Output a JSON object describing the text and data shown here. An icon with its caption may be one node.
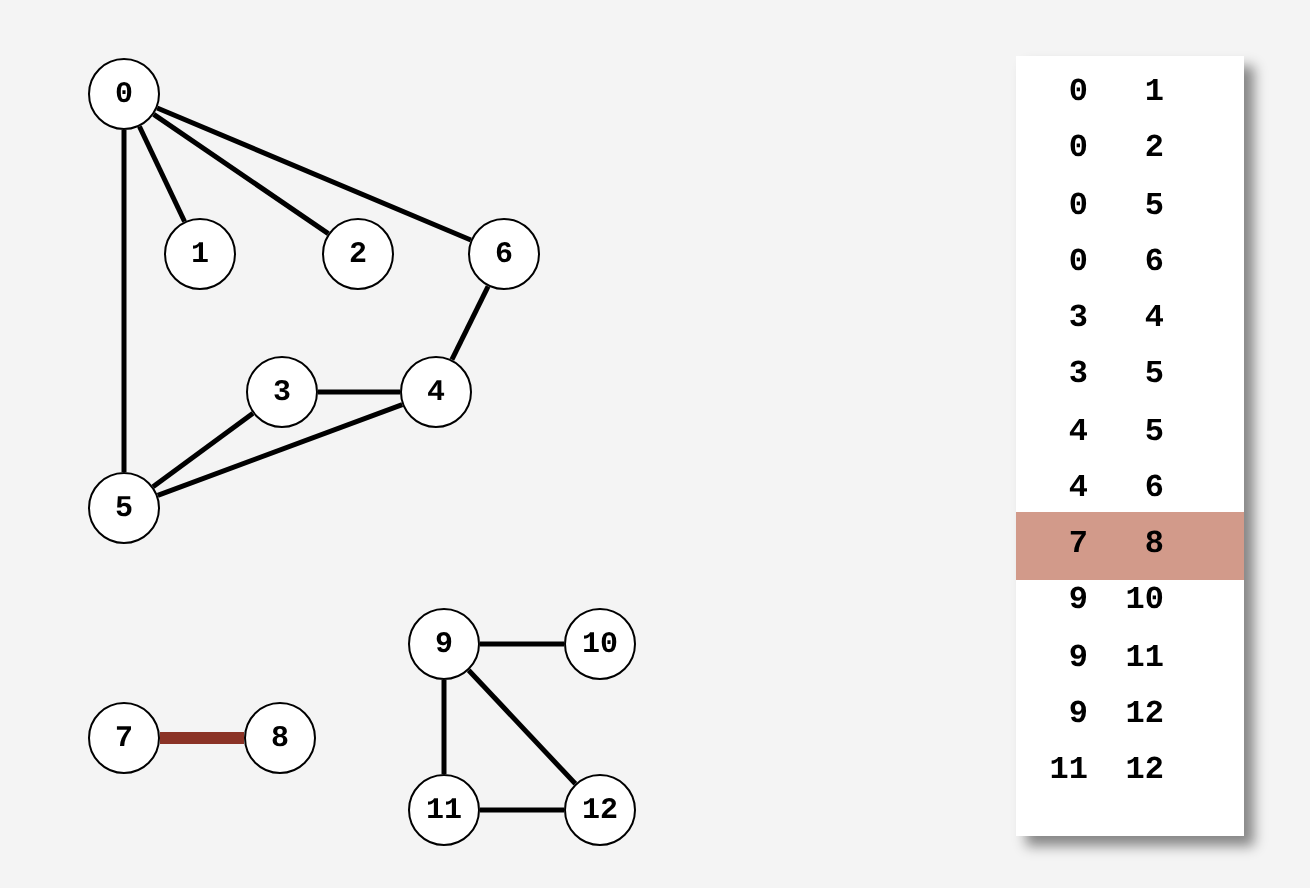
{
  "diagram": {
    "nodes": [
      {
        "text": [
          "0"
        ]
      },
      {
        "text": [
          "1"
        ]
      },
      {
        "text": [
          "2"
        ]
      },
      {
        "text": [
          "6"
        ]
      },
      {
        "text": [
          "3"
        ]
      },
      {
        "text": [
          "4"
        ]
      },
      {
        "text": [
          "5"
        ]
      },
      {
        "text": [
          "7"
        ]
      },
      {
        "text": [
          "8"
        ]
      },
      {
        "text": [
          "9"
        ]
      },
      {
        "text": [
          "10"
        ]
      },
      {
        "text": [
          "11"
        ]
      },
      {
        "text": [
          "12"
        ]
      }
    ],
    "edges": [
      {
        "from": 0,
        "to": 1,
        "arrow": "none"
      },
      {
        "from": 0,
        "to": 2,
        "arrow": "none"
      },
      {
        "from": 0,
        "to": 6,
        "arrow": "none"
      },
      {
        "from": 0,
        "to": 3,
        "arrow": "none"
      },
      {
        "from": 4,
        "to": 5,
        "arrow": "none"
      },
      {
        "from": 4,
        "to": 6,
        "arrow": "none"
      },
      {
        "from": 5,
        "to": 6,
        "arrow": "none"
      },
      {
        "from": 5,
        "to": 3,
        "arrow": "none"
      },
      {
        "from": 7,
        "to": 8,
        "arrow": "none",
        "style": "thick",
        "color": "#8b3326"
      },
      {
        "from": 9,
        "to": 10,
        "arrow": "none"
      },
      {
        "from": 9,
        "to": 11,
        "arrow": "none"
      },
      {
        "from": 9,
        "to": 12,
        "arrow": "none"
      },
      {
        "from": 11,
        "to": 12,
        "arrow": "none"
      }
    ],
    "labels": [
      "0",
      "1",
      "0",
      "2",
      "0",
      "5",
      "0",
      "6",
      "3",
      "4",
      "3",
      "5",
      "4",
      "5",
      "4",
      "6",
      "7",
      "8",
      "9",
      "10",
      "9",
      "11",
      "9",
      "12",
      "11",
      "12"
    ]
  }
}
